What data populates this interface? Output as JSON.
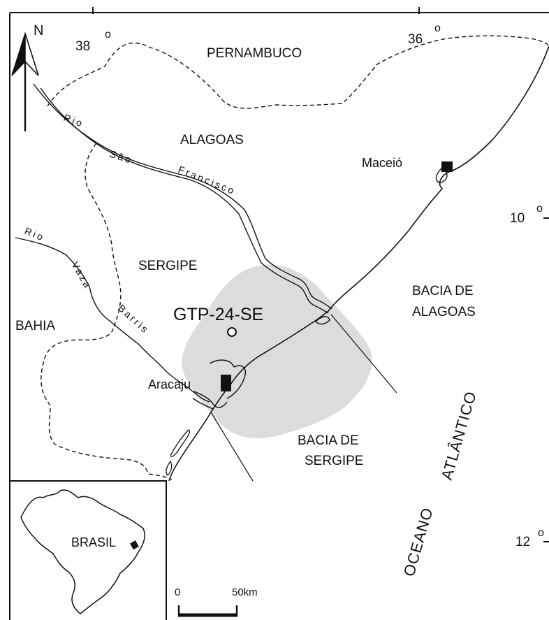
{
  "north_label": "N",
  "coordinates": {
    "lon_38": "38",
    "lon_36": "36",
    "lat_10": "10",
    "lat_12": "12",
    "degree_mark": "o"
  },
  "states": {
    "pernambuco": "PERNAMBUCO",
    "alagoas": "ALAGOAS",
    "sergipe": "SERGIPE",
    "bahia": "BAHIA"
  },
  "rivers": {
    "sao_francisco": [
      "Rio",
      "São",
      "Francisco"
    ],
    "vaza_barris": [
      "Rio",
      "Vaza",
      "Barris"
    ]
  },
  "cities": {
    "maceio": "Maceió",
    "aracaju": "Aracaju"
  },
  "well": "GTP-24-SE",
  "basins": {
    "alagoas": [
      "BACIA DE",
      "ALAGOAS"
    ],
    "sergipe": [
      "BACIA DE",
      "SERGIPE"
    ]
  },
  "ocean": {
    "word1": "OCEANO",
    "word2": "ATLÂNTICO"
  },
  "inset": {
    "country": "BRASIL"
  },
  "scale_bar": {
    "start": "0",
    "end": "50km"
  },
  "colors": {
    "study_area": "#dcdcdc",
    "ink": "#111111"
  }
}
